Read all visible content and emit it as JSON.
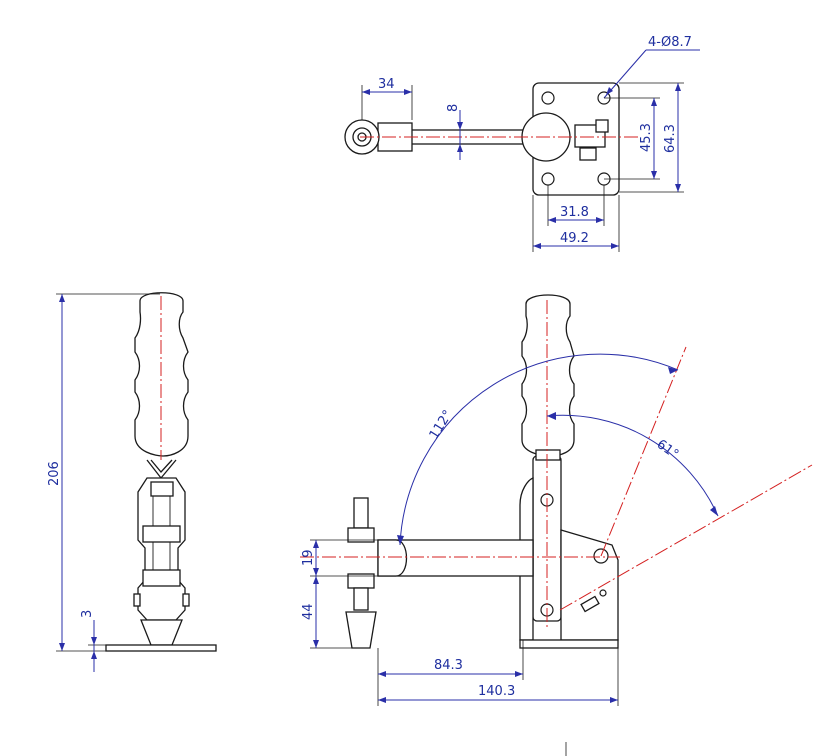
{
  "dimensions": {
    "holes": "4-Ø8.7",
    "arm_to_pivot": "34",
    "arm_thickness": "8",
    "hole_spacing_y": "45.3",
    "base_height": "64.3",
    "hole_spacing_x": "31.8",
    "base_width": "49.2",
    "overall_height": "206",
    "base_thickness": "3",
    "spindle_offset": "19",
    "spindle_height": "44",
    "reach": "84.3",
    "overall_length": "140.3",
    "open_angle": "112°",
    "release_angle": "61°"
  },
  "colors": {
    "dimension": "#1f2f9f",
    "centerline": "#d42020",
    "outline": "#1a1a1a"
  }
}
